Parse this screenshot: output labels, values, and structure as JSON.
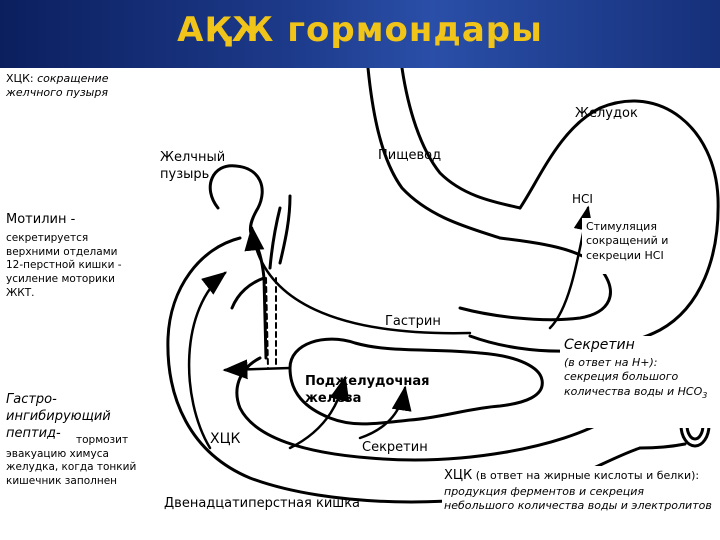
{
  "title": "АҚЖ  гормондары",
  "notes": {
    "hck_top": {
      "head": "ХЦК:",
      "body": "сокращение желчного пузыря"
    },
    "motilin": {
      "head": "Мотилин -",
      "body": "секретируется верхними отделами 12-перстной кишки - усиление моторики ЖКТ."
    },
    "gip": {
      "head": "Гастро-ингибирующий пептид-",
      "body": "тормозит эвакуацию химуса желудка, когда тонкий кишечник заполнен"
    },
    "stim": {
      "body": "Стимуляция сокращений и секреции НСI"
    },
    "secretin": {
      "head": "Секретин",
      "body": "(в ответ на Н+): секреция большого количества воды и НСО",
      "sub": "3"
    },
    "hck_bottom": {
      "head": "ХЦК",
      "mid": "(в ответ на жирные кислоты и белки):",
      "body": "продукция ферментов и секреция небольшого количества воды и электролитов"
    }
  },
  "organ_labels": {
    "stomach": "Желудок",
    "esophagus": "Пищевод",
    "gallbladder": "Желчный пузырь",
    "hcl": "НСI",
    "gastrin": "Гастрин",
    "pancreas": "Поджелудочная железа",
    "hck": "ХЦК",
    "secretin": "Секретин",
    "duodenum": "Двенадцатиперстная кишка"
  }
}
